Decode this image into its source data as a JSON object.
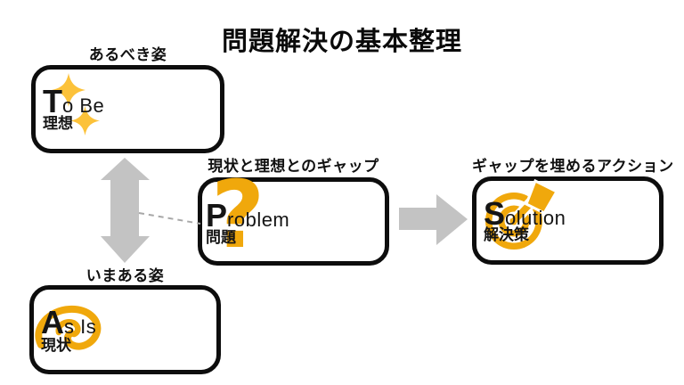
{
  "title": "問題解決の基本整理",
  "colors": {
    "amber": "#F0A80C",
    "sparkle_yellow": "#FCC23A",
    "connector_gray": "#C3C3C3",
    "dash_gray": "#A8A8A8",
    "box_border_black": "#0D0D0D"
  },
  "boxes": {
    "to_be": {
      "caption": "あるべき姿",
      "initial": "T",
      "word_rest": "o Be",
      "jp_label": "理想",
      "icon": "sparkles-icon"
    },
    "as_is": {
      "caption": "いまある姿",
      "initial": "A",
      "word_rest": "s Is",
      "jp_label": "現状",
      "icon": "swirl-icon"
    },
    "problem": {
      "caption": "現状と理想とのギャップ",
      "initial": "P",
      "word_rest": "roblem",
      "jp_label": "問題",
      "icon": "question-mark-icon",
      "question_glyph": "?"
    },
    "solution": {
      "caption": "ギャップを埋めるアクション",
      "initial": "S",
      "word_rest": "olution",
      "jp_label": "解決策",
      "icon": "target-dart-icon"
    }
  },
  "connectors": {
    "gap_link": "double-arrow-icon",
    "action_link": "right-arrow-icon",
    "problem_link": "dashed-line"
  }
}
